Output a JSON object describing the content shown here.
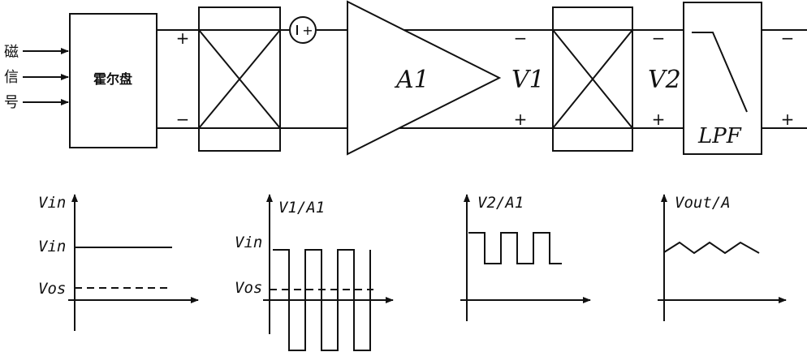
{
  "input_label_chars": [
    "磁",
    "信",
    "号"
  ],
  "hall_plate_label": "霍尔盘",
  "top_signs": {
    "hall_out_plus": "+",
    "hall_out_minus": "−",
    "adder_symbol": "+",
    "amp_out_minus": "−",
    "amp_out_plus": "+",
    "demod_out_minus": "−",
    "demod_out_plus": "+",
    "lpf_out_minus": "−",
    "lpf_out_plus": "+"
  },
  "amplifier_label": "A1",
  "v1_label": "V1",
  "v2_label": "V2",
  "lpf_label": "LPF",
  "plots": [
    {
      "y_axis_label": "Vin",
      "levels": [
        "Vin",
        "Vos"
      ]
    },
    {
      "y_axis_label": "V1/A1",
      "levels": [
        "Vin",
        "Vos"
      ]
    },
    {
      "y_axis_label": "V2/A1",
      "levels": []
    },
    {
      "y_axis_label": "Vout/A",
      "levels": []
    }
  ]
}
